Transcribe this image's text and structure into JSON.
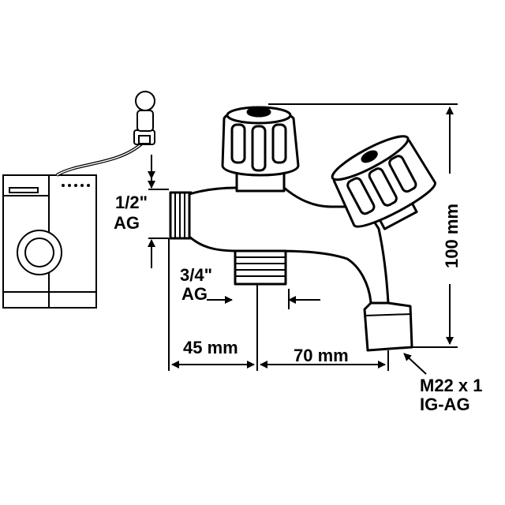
{
  "labels": {
    "inlet_size": "1/2\"",
    "inlet_thread": "AG",
    "outlet_size": "3/4\"",
    "outlet_thread": "AG",
    "dim_left": "45 mm",
    "dim_right": "70 mm",
    "dim_height": "100 mm",
    "hose_thread_size": "M22 x 1",
    "hose_thread_type": "IG-AG"
  },
  "colors": {
    "ink": "#000000",
    "background": "#ffffff"
  }
}
